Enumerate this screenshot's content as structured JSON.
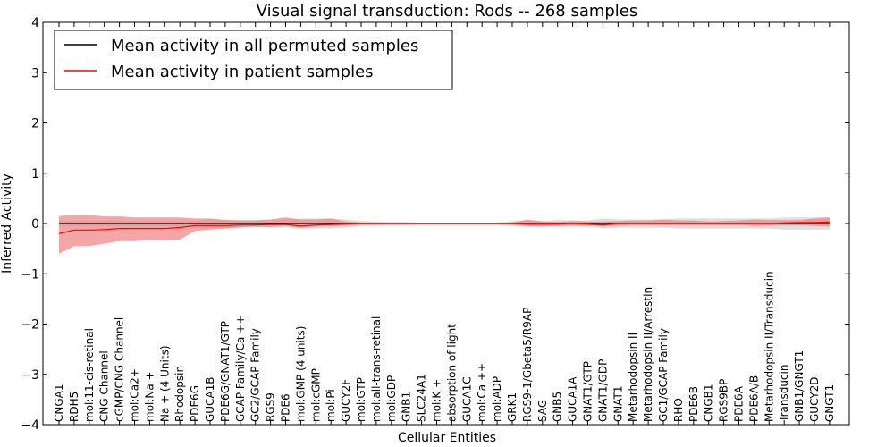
{
  "chart_data": {
    "type": "line",
    "title": "Visual signal transduction: Rods -- 268 samples",
    "xlabel": "Cellular Entities",
    "ylabel": "Inferred Activity",
    "ylim": [
      -4,
      4
    ],
    "yticks": [
      -4,
      -3,
      -2,
      -1,
      0,
      1,
      2,
      3,
      4
    ],
    "ytick_labels": [
      "−4",
      "−3",
      "−2",
      "−1",
      "0",
      "1",
      "2",
      "3",
      "4"
    ],
    "grid": false,
    "legend_position": "top-left",
    "categories": [
      "CNGA1",
      "RDH5",
      "mol:11-cis-retinal",
      "CNG Channel",
      "cGMP/CNG Channel",
      "mol:Ca2+",
      "mol:Na +",
      "Na + (4 Units)",
      "Rhodopsin",
      "PDE6G",
      "GUCA1B",
      "PDE6G/GNAT1/GTP",
      "GCAP Family/Ca ++",
      "GC2/GCAP Family",
      "RGS9",
      "PDE6",
      "mol:GMP (4 units)",
      "mol:cGMP",
      "mol:Pi",
      "GUCY2F",
      "mol:GTP",
      "mol:all-trans-retinal",
      "mol:GDP",
      "GNB1",
      "SLC24A1",
      "mol:K +",
      "absorption of light",
      "GUCA1C",
      "mol:Ca ++",
      "mol:ADP",
      "GRK1",
      "RGS9-1/Gbeta5/R9AP",
      "SAG",
      "GNB5",
      "GUCA1A",
      "GNAT1/GTP",
      "GNAT1/GDP",
      "GNAT1",
      "Metarhodopsin II",
      "Metarhodopsin II/Arrestin",
      "GC1/GCAP Family",
      "RHO",
      "PDE6B",
      "CNGB1",
      "RGS9BP",
      "PDE6A",
      "PDE6A/B",
      "Metarhodopsin II/Transducin",
      "Transducin",
      "GNB1/GNGT1",
      "GUCY2D",
      "GNGT1"
    ],
    "series": [
      {
        "name": "Mean activity in all permuted samples",
        "color": "#000000",
        "values": [
          0,
          0,
          0,
          0,
          0,
          0,
          0,
          0,
          0,
          0,
          0,
          0,
          0,
          0,
          0,
          0,
          0,
          0,
          0,
          0,
          0,
          0,
          0,
          0,
          0,
          0,
          0,
          0,
          0,
          0,
          0,
          0,
          0,
          0,
          0,
          0,
          0,
          0,
          0,
          0,
          0,
          0,
          0,
          0,
          0,
          0,
          0,
          0,
          0,
          0,
          0,
          0
        ],
        "band_lower": [
          -0.05,
          -0.05,
          -0.05,
          -0.05,
          -0.05,
          -0.05,
          -0.05,
          -0.05,
          -0.05,
          -0.05,
          -0.08,
          -0.08,
          -0.07,
          -0.07,
          -0.08,
          -0.08,
          -0.1,
          -0.1,
          -0.1,
          -0.08,
          -0.05,
          -0.04,
          -0.03,
          -0.03,
          -0.02,
          -0.02,
          -0.02,
          -0.02,
          -0.02,
          -0.02,
          -0.05,
          -0.06,
          -0.05,
          -0.07,
          -0.06,
          -0.06,
          -0.1,
          -0.08,
          -0.08,
          -0.08,
          -0.08,
          -0.1,
          -0.1,
          -0.1,
          -0.1,
          -0.1,
          -0.1,
          -0.1,
          -0.12,
          -0.12,
          -0.12,
          -0.12
        ],
        "band_upper": [
          0.05,
          0.05,
          0.05,
          0.05,
          0.05,
          0.05,
          0.05,
          0.05,
          0.05,
          0.05,
          0.08,
          0.08,
          0.07,
          0.07,
          0.08,
          0.08,
          0.1,
          0.1,
          0.1,
          0.08,
          0.05,
          0.04,
          0.03,
          0.03,
          0.02,
          0.02,
          0.02,
          0.02,
          0.02,
          0.02,
          0.05,
          0.06,
          0.05,
          0.07,
          0.06,
          0.06,
          0.1,
          0.08,
          0.08,
          0.08,
          0.08,
          0.1,
          0.1,
          0.1,
          0.1,
          0.1,
          0.1,
          0.1,
          0.12,
          0.12,
          0.12,
          0.12
        ]
      },
      {
        "name": "Mean activity in patient samples",
        "color": "#ff0000",
        "band_color": "#f08080",
        "values": [
          -0.2,
          -0.13,
          -0.13,
          -0.12,
          -0.1,
          -0.1,
          -0.1,
          -0.1,
          -0.08,
          -0.04,
          -0.04,
          -0.04,
          -0.03,
          -0.03,
          -0.02,
          -0.02,
          -0.05,
          -0.03,
          -0.02,
          -0.01,
          0,
          0,
          0,
          0,
          0,
          0,
          0,
          0,
          0,
          0,
          0,
          -0.01,
          -0.01,
          -0.01,
          0,
          -0.01,
          -0.03,
          0,
          0,
          0,
          0,
          0,
          0,
          0,
          0,
          0,
          0,
          0,
          0.01,
          0.02,
          0.02,
          0.03
        ],
        "band_lower": [
          -0.6,
          -0.45,
          -0.45,
          -0.4,
          -0.35,
          -0.35,
          -0.33,
          -0.33,
          -0.32,
          -0.15,
          -0.12,
          -0.1,
          -0.08,
          -0.06,
          -0.07,
          -0.05,
          -0.08,
          -0.06,
          -0.06,
          -0.03,
          -0.02,
          -0.02,
          -0.01,
          -0.01,
          -0.01,
          -0.01,
          -0.01,
          -0.01,
          -0.01,
          -0.01,
          -0.02,
          -0.05,
          -0.06,
          -0.04,
          -0.04,
          -0.04,
          -0.06,
          -0.04,
          -0.03,
          -0.03,
          -0.03,
          -0.03,
          -0.03,
          -0.03,
          -0.03,
          -0.03,
          -0.05,
          -0.04,
          -0.04,
          -0.04,
          -0.05,
          -0.06
        ],
        "band_upper": [
          0.15,
          0.17,
          0.17,
          0.14,
          0.14,
          0.12,
          0.12,
          0.12,
          0.12,
          0.1,
          0.1,
          0.07,
          0.06,
          0.06,
          0.08,
          0.12,
          0.08,
          0.08,
          0.1,
          0.04,
          0.02,
          0.02,
          0.01,
          0.01,
          0.01,
          0.01,
          0.01,
          0.01,
          0.01,
          0.01,
          0.02,
          0.08,
          0.04,
          0.03,
          0.05,
          0.04,
          0.04,
          0.05,
          0.06,
          0.06,
          0.08,
          0.06,
          0.06,
          0.04,
          0.05,
          0.06,
          0.08,
          0.07,
          0.07,
          0.07,
          0.1,
          0.12
        ]
      }
    ]
  }
}
